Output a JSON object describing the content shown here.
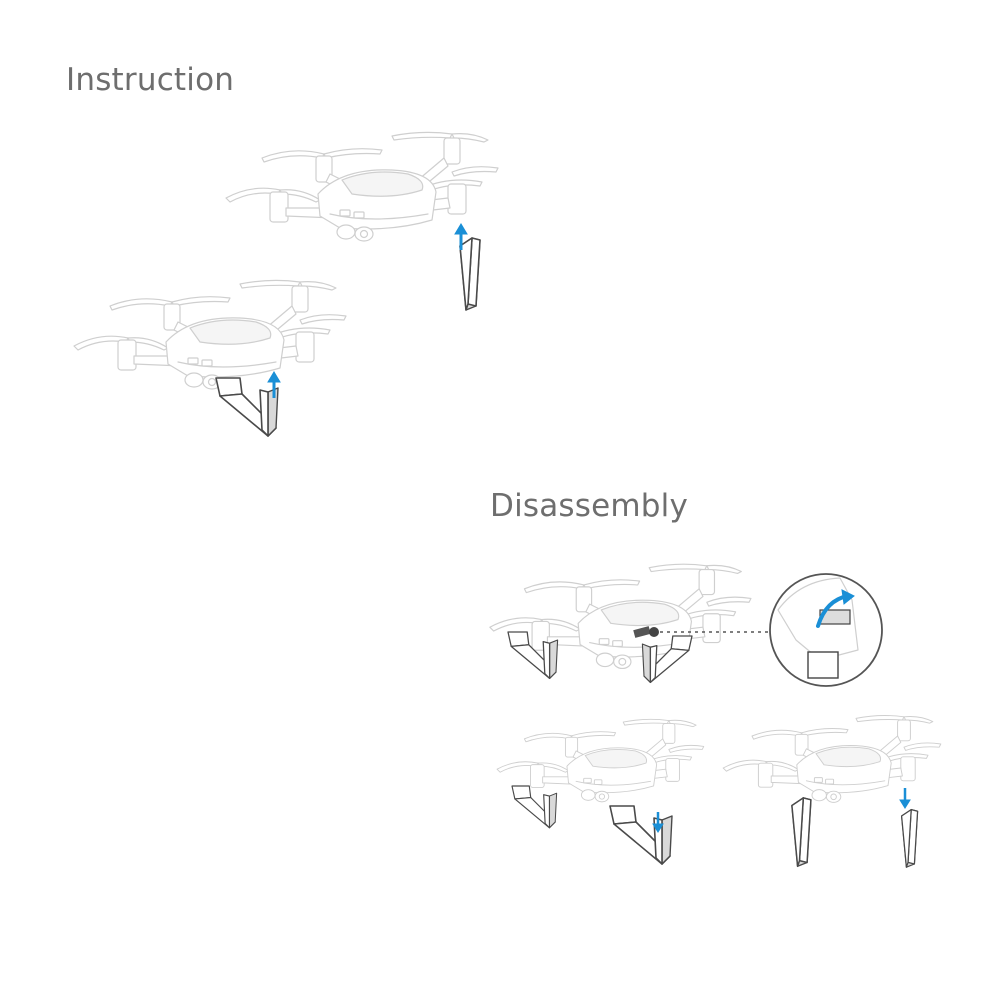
{
  "headings": {
    "instruction": "Instruction",
    "disassembly": "Disassembly"
  },
  "colors": {
    "heading_text": "#6e6e6e",
    "arrow": "#1a8fd6",
    "drone_outline": "#cfcfcf",
    "landing_gear": "#4a4a4a"
  },
  "figures": {
    "instruction_icons": [
      "drone-illustration",
      "landing-gear",
      "up-arrow-icon"
    ],
    "disassembly_icons": [
      "drone-illustration",
      "landing-gear",
      "release-latch",
      "curved-arrow-icon",
      "down-arrow-icon"
    ]
  }
}
